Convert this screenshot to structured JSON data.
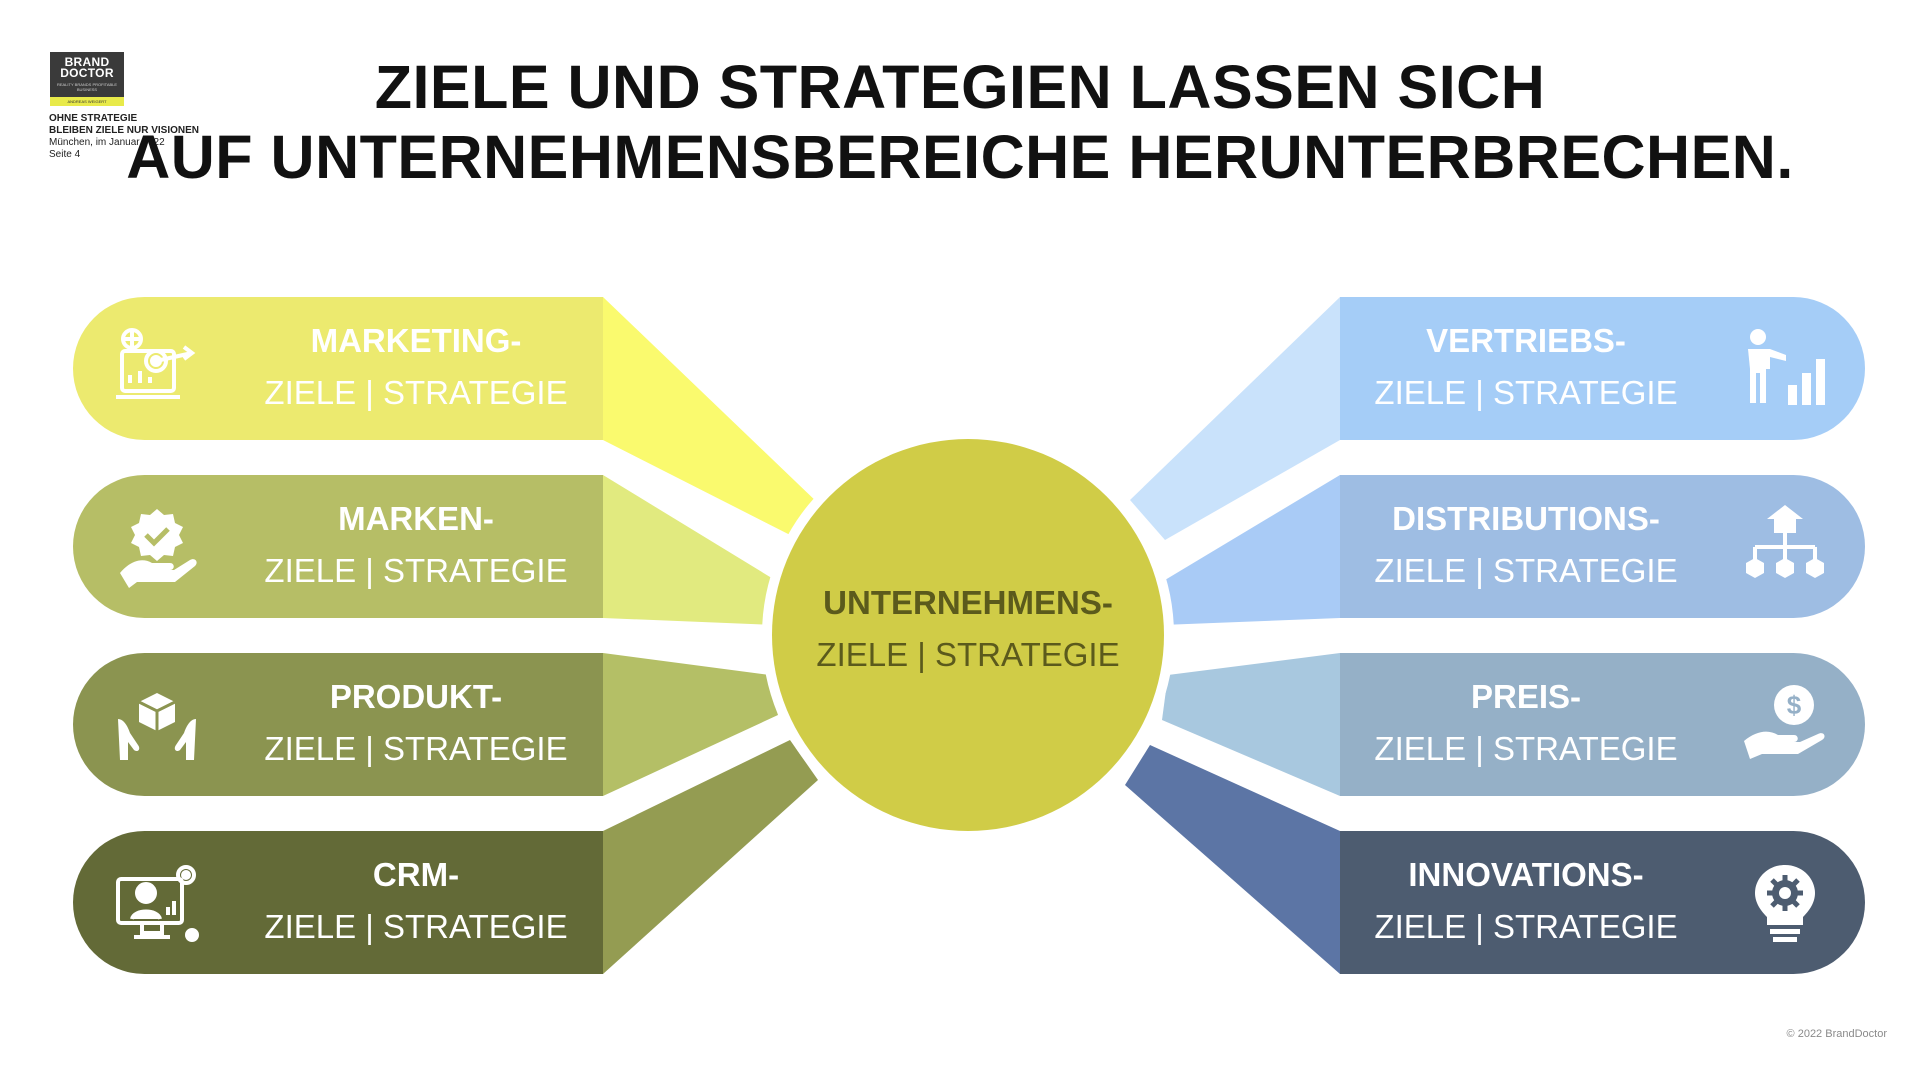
{
  "header": {
    "logo_line1": "BRAND",
    "logo_line2": "DOCTOR",
    "logo_tagline": "REALITY BRANDS PROFITABLE BUSINESS",
    "logo_bar": "ANDREAS WEIGERT",
    "meta_line1": "OHNE STRATEGIE",
    "meta_line2": "BLEIBEN ZIELE NUR VISIONEN",
    "meta_line3": "München, im Januar 2022",
    "meta_line4": "Seite 4",
    "title_line1": "ZIELE UND STRATEGIEN LASSEN SICH",
    "title_line2": "AUF UNTERNEHMENSBEREICHE HERUNTERBRECHEN."
  },
  "center": {
    "head": "UNTERNEHMENS-",
    "sub": "ZIELE | STRATEGIE",
    "color": "#d0cc47"
  },
  "left_tabs": [
    {
      "head": "MARKETING-",
      "sub": "ZIELE | STRATEGIE",
      "icon": "marketing-target-icon",
      "color": "#ecea6f",
      "wedge": "#fafa6e"
    },
    {
      "head": "MARKEN-",
      "sub": "ZIELE | STRATEGIE",
      "icon": "brand-hand-badge-icon",
      "color": "#b6be66",
      "wedge": "#e1ea7f"
    },
    {
      "head": "PRODUKT-",
      "sub": "ZIELE | STRATEGIE",
      "icon": "product-box-hands-icon",
      "color": "#8b9450",
      "wedge": "#b4bf66"
    },
    {
      "head": "CRM-",
      "sub": "ZIELE | STRATEGIE",
      "icon": "crm-agent-monitor-icon",
      "color": "#636a37",
      "wedge": "#949c52"
    }
  ],
  "right_tabs": [
    {
      "head": "VERTRIEBS-",
      "sub": "ZIELE | STRATEGIE",
      "icon": "sales-presenter-chart-icon",
      "color": "#a5cdf7",
      "wedge": "#c9e2fb"
    },
    {
      "head": "DISTRIBUTIONS-",
      "sub": "ZIELE | STRATEGIE",
      "icon": "distribution-network-icon",
      "color": "#9ebde3",
      "wedge": "#a9cbf6"
    },
    {
      "head": "PREIS-",
      "sub": "ZIELE | STRATEGIE",
      "icon": "price-hand-coin-icon",
      "color": "#95b0c7",
      "wedge": "#a8c8df"
    },
    {
      "head": "INNOVATIONS-",
      "sub": "ZIELE | STRATEGIE",
      "icon": "innovation-bulb-gear-icon",
      "color": "#4d5c70",
      "wedge": "#5c75a5"
    }
  ],
  "footer": {
    "copyright": "© 2022 BrandDoctor"
  }
}
